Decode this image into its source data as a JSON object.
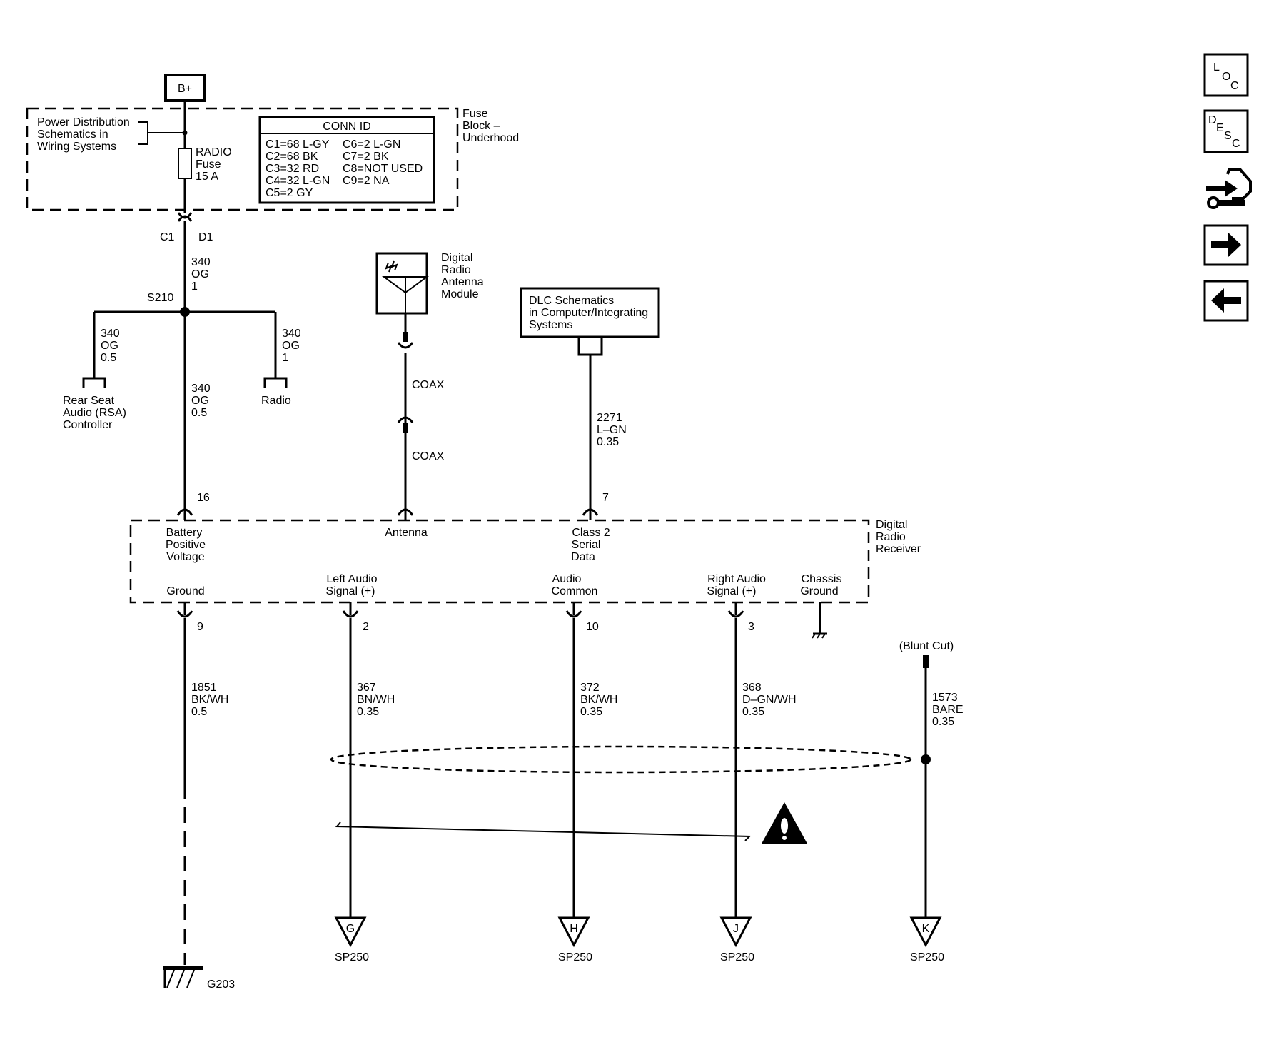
{
  "power": {
    "label": "B+"
  },
  "fuse_block": {
    "name": [
      "Fuse",
      "Block –",
      "Underhood"
    ],
    "power_dist_ref": [
      "Power Distribution",
      "Schematics in",
      "Wiring Systems"
    ],
    "fuse": [
      "RADIO",
      "Fuse",
      "15 A"
    ],
    "conn_id": {
      "title": "CONN ID",
      "left": [
        "C1=68 L-GY",
        "C2=68 BK",
        "C3=32 RD",
        "C4=32 L-GN",
        "C5=2 GY"
      ],
      "right": [
        "C6=2 L-GN",
        "C7=2 BK",
        "C8=NOT USED",
        "C9=2 NA"
      ]
    }
  },
  "connector_top": {
    "left": "C1",
    "right": "D1"
  },
  "wires": {
    "main_upper": [
      "340",
      "OG",
      "1"
    ],
    "splice": "S210",
    "rsa_branch": [
      "340",
      "OG",
      "0.5"
    ],
    "radio_branch": [
      "340",
      "OG",
      "1"
    ],
    "main_lower": [
      "340",
      "OG",
      "0.5"
    ],
    "dlc": [
      "2271",
      "L–GN",
      "0.35"
    ],
    "ground": [
      "1851",
      "BK/WH",
      "0.5"
    ],
    "left_audio": [
      "367",
      "BN/WH",
      "0.35"
    ],
    "audio_common": [
      "372",
      "BK/WH",
      "0.35"
    ],
    "right_audio": [
      "368",
      "D–GN/WH",
      "0.35"
    ],
    "drain": [
      "1573",
      "BARE",
      "0.35"
    ],
    "coax_upper": "COAX",
    "coax_lower": "COAX"
  },
  "components": {
    "rsa": [
      "Rear Seat",
      "Audio (RSA)",
      "Controller"
    ],
    "radio": "Radio",
    "antenna_module": [
      "Digital",
      "Radio",
      "Antenna",
      "Module"
    ],
    "dlc_ref": [
      "DLC Schematics",
      "in Computer/Integrating",
      "Systems"
    ],
    "receiver": [
      "Digital",
      "Radio",
      "Receiver"
    ],
    "blunt_cut": "(Blunt Cut)",
    "ground_point": "G203"
  },
  "receiver_pins": {
    "battery": {
      "pin": "16",
      "label": [
        "Battery",
        "Positive",
        "Voltage"
      ]
    },
    "antenna": {
      "label": "Antenna"
    },
    "class2": {
      "pin": "7",
      "label": [
        "Class 2",
        "Serial",
        "Data"
      ]
    },
    "ground": {
      "pin": "9",
      "label": "Ground"
    },
    "left_audio": {
      "pin": "2",
      "label": [
        "Left Audio",
        "Signal (+)"
      ]
    },
    "audio_common": {
      "pin": "10",
      "label": [
        "Audio",
        "Common"
      ]
    },
    "right_audio": {
      "pin": "3",
      "label": [
        "Right Audio",
        "Signal (+)"
      ]
    },
    "chassis_ground": {
      "label": [
        "Chassis",
        "Ground"
      ]
    }
  },
  "splice_packs": [
    {
      "letter": "G",
      "name": "SP250"
    },
    {
      "letter": "H",
      "name": "SP250"
    },
    {
      "letter": "J",
      "name": "SP250"
    },
    {
      "letter": "K",
      "name": "SP250"
    }
  ],
  "nav": {
    "loc": [
      "L",
      "O",
      "C"
    ],
    "desc": [
      "D",
      "E",
      "S",
      "C"
    ]
  }
}
